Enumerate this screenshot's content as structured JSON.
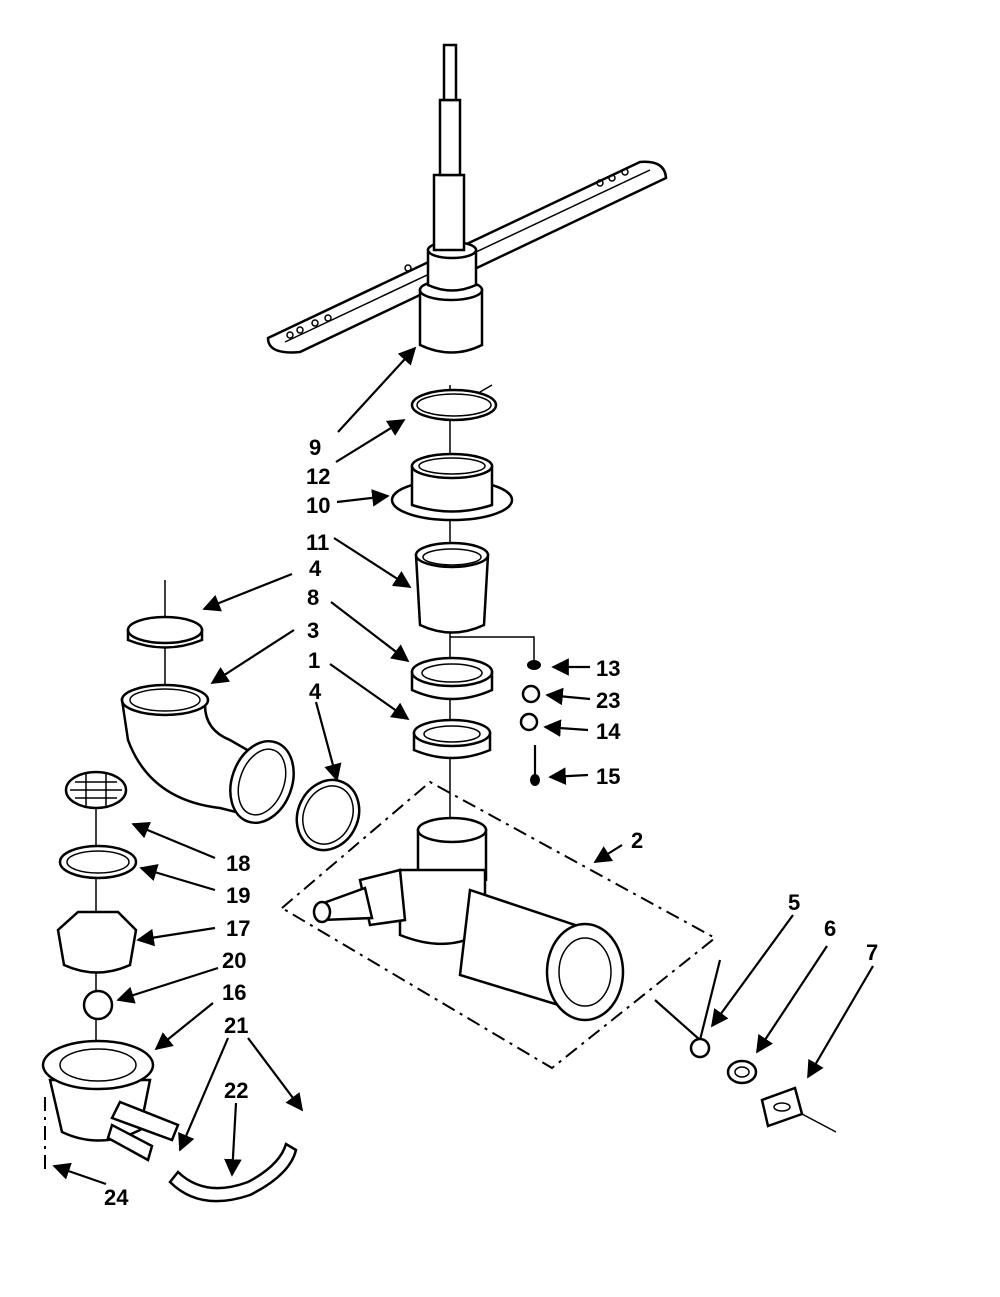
{
  "diagram": {
    "callouts": [
      "9",
      "12",
      "10",
      "11",
      "4",
      "8",
      "13",
      "3",
      "1",
      "23",
      "14",
      "4",
      "15",
      "2",
      "18",
      "19",
      "17",
      "20",
      "16",
      "21",
      "22",
      "24",
      "5",
      "6",
      "7"
    ]
  }
}
